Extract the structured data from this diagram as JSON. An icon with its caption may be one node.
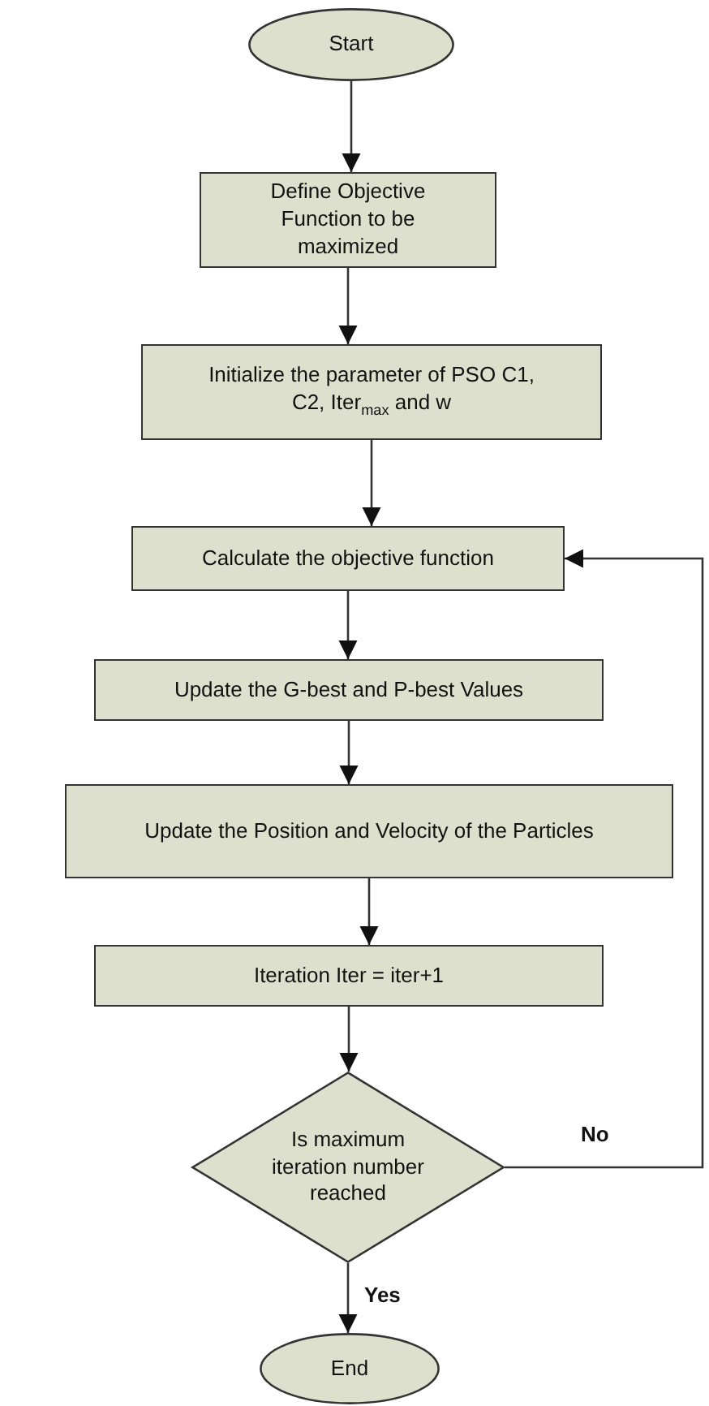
{
  "diagram": {
    "nodes": [
      {
        "text": [
          "Start"
        ]
      },
      {
        "text": [
          "Define Objective Function to be maximized"
        ]
      },
      {
        "text": [
          "Initialize the parameter of PSO C1, C2, Iter$_{max}$ and w"
        ]
      },
      {
        "text": [
          "Calculate the objective function"
        ]
      },
      {
        "text": [
          "Update the G-best and P-best Values"
        ]
      },
      {
        "text": [
          "Update the Position and Velocity of the Particles"
        ]
      },
      {
        "text": [
          "Iteration  Iter = iter+1"
        ]
      },
      {
        "text": [
          "Is maximum iteration number reached"
        ]
      },
      {
        "text": [
          "End"
        ]
      }
    ],
    "edges": [
      {
        "from": 0,
        "to": 1,
        "arrow": "to"
      },
      {
        "from": 1,
        "to": 2,
        "arrow": "to"
      },
      {
        "from": 2,
        "to": 3,
        "arrow": "to"
      },
      {
        "from": 3,
        "to": 4,
        "arrow": "to"
      },
      {
        "from": 4,
        "to": 5,
        "arrow": "to"
      },
      {
        "from": 5,
        "to": 6,
        "arrow": "to"
      },
      {
        "from": 6,
        "to": 7,
        "arrow": "to"
      },
      {
        "from": 7,
        "to": 8,
        "label": "Yes",
        "arrow": "to"
      },
      {
        "from": 7,
        "to": 3,
        "label": "No",
        "arrow": "to"
      }
    ]
  }
}
